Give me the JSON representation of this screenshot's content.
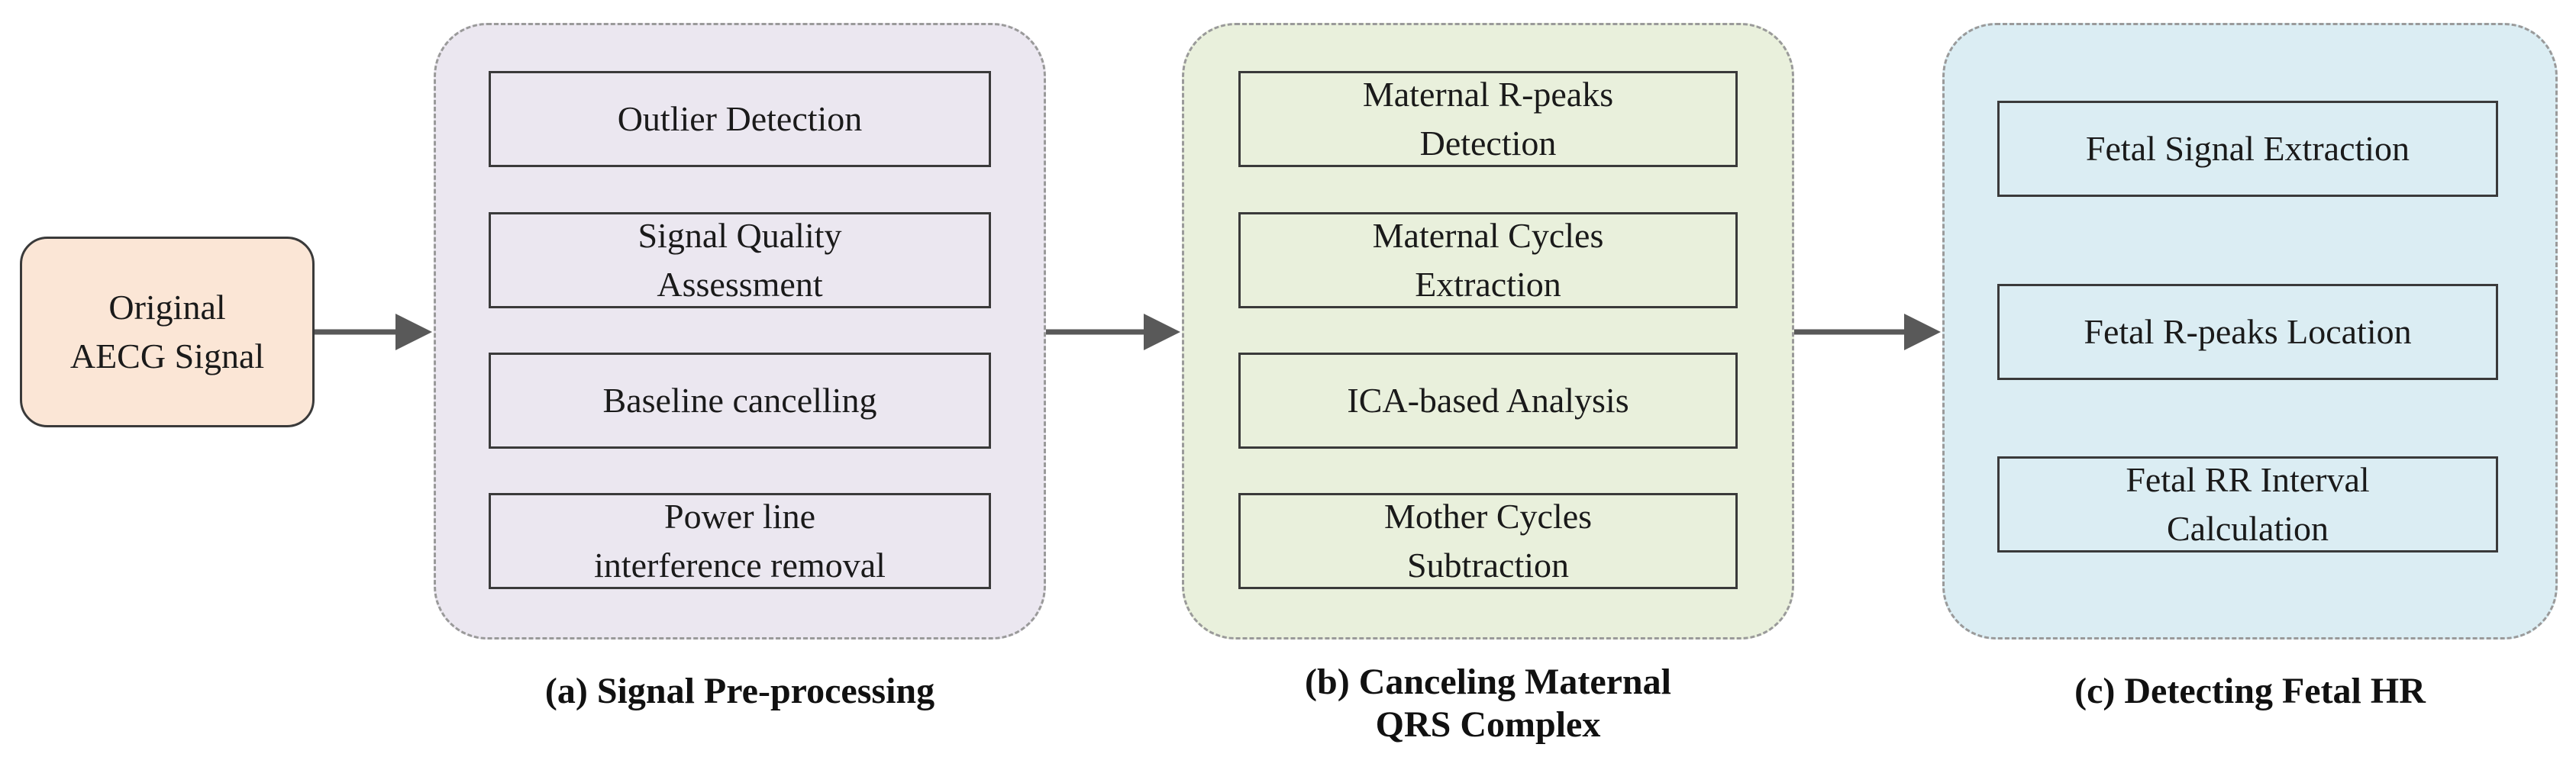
{
  "colors": {
    "input_fill": "#fbe6d6",
    "group_a_fill": "#ebe7f0",
    "group_b_fill": "#e9f0dc",
    "group_c_fill": "#dbedf3",
    "arrow": "#595959",
    "border": "#3a3a3a"
  },
  "input": {
    "label": "Original\nAECG Signal"
  },
  "group_a": {
    "caption": "(a) Signal Pre-processing",
    "steps": [
      "Outlier Detection",
      "Signal Quality\nAssessment",
      "Baseline cancelling",
      "Power line\ninterference removal"
    ]
  },
  "group_b": {
    "caption": "(b) Canceling Maternal\nQRS Complex",
    "steps": [
      "Maternal R-peaks\nDetection",
      "Maternal Cycles\nExtraction",
      "ICA-based Analysis",
      "Mother Cycles\nSubtraction"
    ]
  },
  "group_c": {
    "caption": "(c) Detecting Fetal HR",
    "steps": [
      "Fetal Signal Extraction",
      "Fetal R-peaks Location",
      "Fetal RR Interval\nCalculation"
    ]
  }
}
